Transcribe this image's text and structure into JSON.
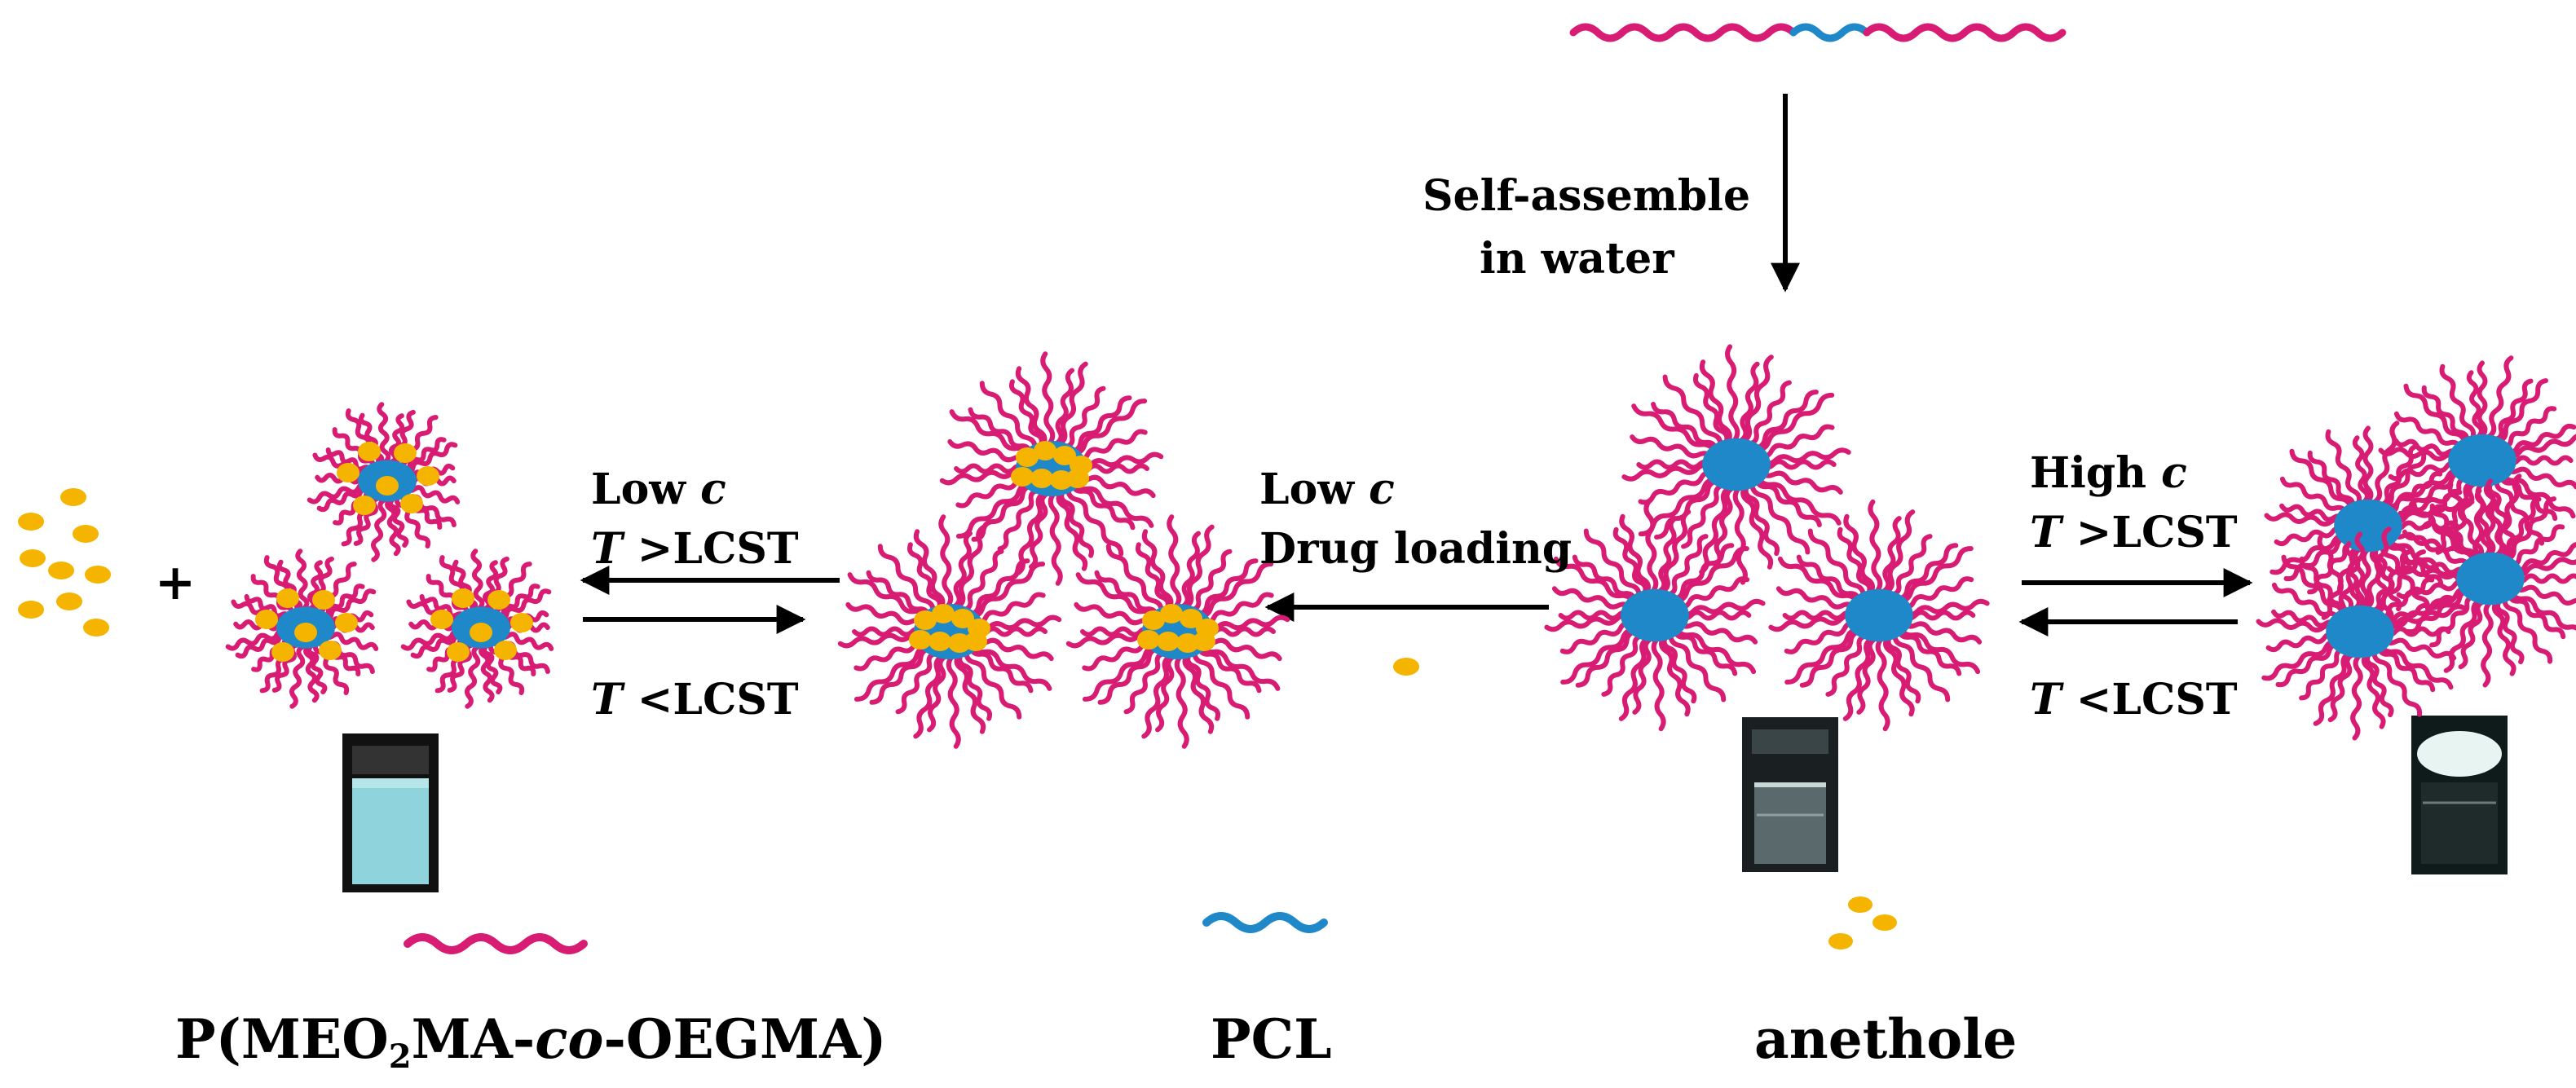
{
  "top_step": {
    "line1": "Self-assemble",
    "line2": "in water"
  },
  "left_conditions": {
    "line1_prefix": "Low ",
    "line1_var": "c",
    "line2_var": "T",
    "line2_op": " >LCST",
    "reverse_var": "T",
    "reverse_op": " <LCST"
  },
  "middle_conditions": {
    "line1_prefix": "Low ",
    "line1_var": "c",
    "line2": "Drug loading"
  },
  "right_conditions": {
    "line1_prefix": "High ",
    "line1_var": "c",
    "line2_var": "T",
    "line2_op": " >LCST",
    "reverse_var": "T",
    "reverse_op": " <LCST"
  },
  "legend": {
    "polymer_a": "P(MEO",
    "polymer_a_sub": "2",
    "polymer_a_mid": "MA-",
    "polymer_a_italic": "co",
    "polymer_a_end": "-OEGMA)",
    "polymer_b": "PCL",
    "drug": "anethole"
  },
  "plus_sign": "+",
  "colors": {
    "corona": "#d81b73",
    "core": "#1e88c8",
    "drug": "#f5b400",
    "arrow": "#000000"
  }
}
